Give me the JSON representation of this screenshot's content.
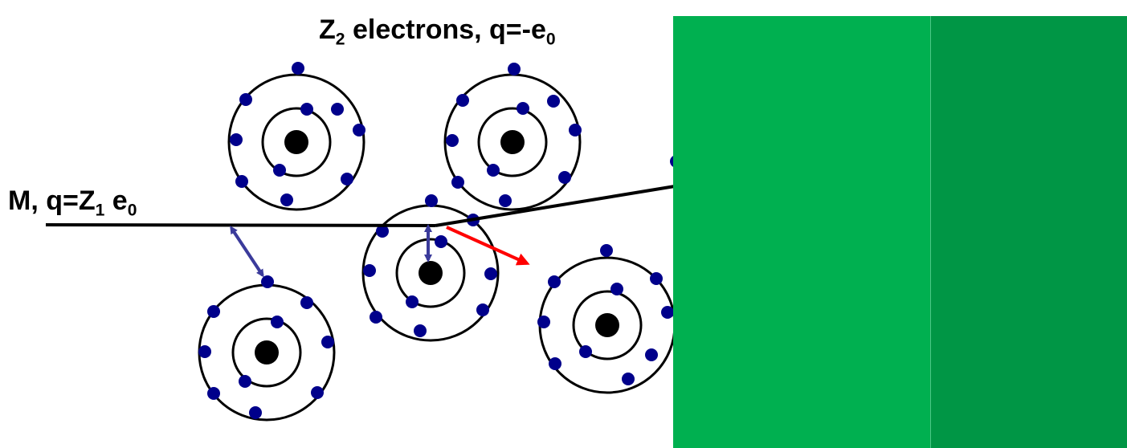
{
  "labels": {
    "electrons_main": "Z",
    "electrons_sub": "2",
    "electrons_rest": " electrons, q=-e",
    "electrons_tail_sub": "0",
    "projectile_main": "M, q=Z",
    "projectile_sub": "1",
    "projectile_mid": " e",
    "projectile_tail_sub": "0"
  },
  "colors": {
    "electron": "#00008b",
    "nucleus": "#000000",
    "orbit": "#000000",
    "interaction_arrow": "#3b3b9b",
    "recoil_arrow": "#ff0000",
    "trajectory": "#000000",
    "panel_left": "#00b050",
    "panel_right": "#009645"
  }
}
